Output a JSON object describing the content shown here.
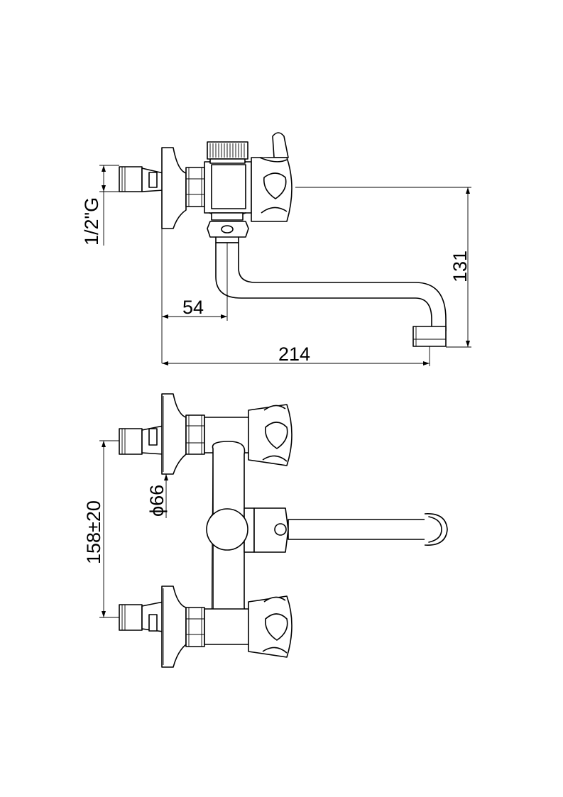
{
  "dimensions": {
    "thread": "1/2\"G",
    "offset_wall_to_outlet": "54",
    "total_projection": "214",
    "spout_height": "131",
    "flange_diameter": "ϕ66",
    "inlet_centres": "158±20"
  },
  "colors": {
    "line": "#000000",
    "background": "#ffffff"
  }
}
